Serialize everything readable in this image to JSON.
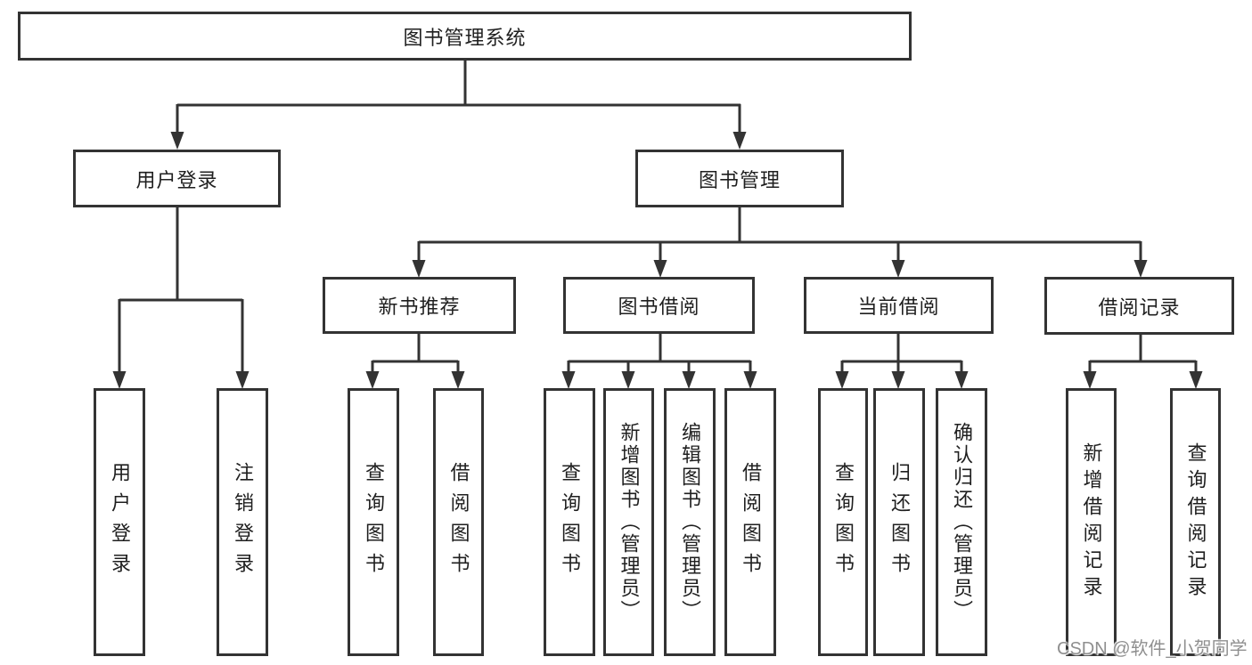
{
  "diagram": {
    "type": "hierarchy-tree",
    "nodes": {
      "root": "图书管理系统",
      "level2": [
        "用户登录",
        "图书管理"
      ],
      "level3": [
        "新书推荐",
        "图书借阅",
        "当前借阅",
        "借阅记录"
      ],
      "leaves": {
        "login": [
          "用户登录",
          "注销登录"
        ],
        "recommend": [
          "查询图书",
          "借阅图书"
        ],
        "borrow": [
          "查询图书",
          "新增图书（管理员）",
          "编辑图书（管理员）",
          "借阅图书"
        ],
        "current": [
          "查询图书",
          "归还图书",
          "确认归还（管理员）"
        ],
        "records": [
          "新增借阅记录",
          "查询借阅记录"
        ]
      }
    },
    "hierarchy": {
      "图书管理系统": {
        "用户登录": [
          "用户登录",
          "注销登录"
        ],
        "图书管理": {
          "新书推荐": [
            "查询图书",
            "借阅图书"
          ],
          "图书借阅": [
            "查询图书",
            "新增图书（管理员）",
            "编辑图书（管理员）",
            "借阅图书"
          ],
          "当前借阅": [
            "查询图书",
            "归还图书",
            "确认归还（管理员）"
          ],
          "借阅记录": [
            "新增借阅记录",
            "查询借阅记录"
          ]
        }
      }
    }
  },
  "watermark": "CSDN @软件_小贺同学",
  "colors": {
    "line": "#333333",
    "box_border": "#333333",
    "box_fill": "#ffffff",
    "text": "#1f1f1f",
    "background": "#ffffff",
    "watermark": "#8f8f8f"
  }
}
